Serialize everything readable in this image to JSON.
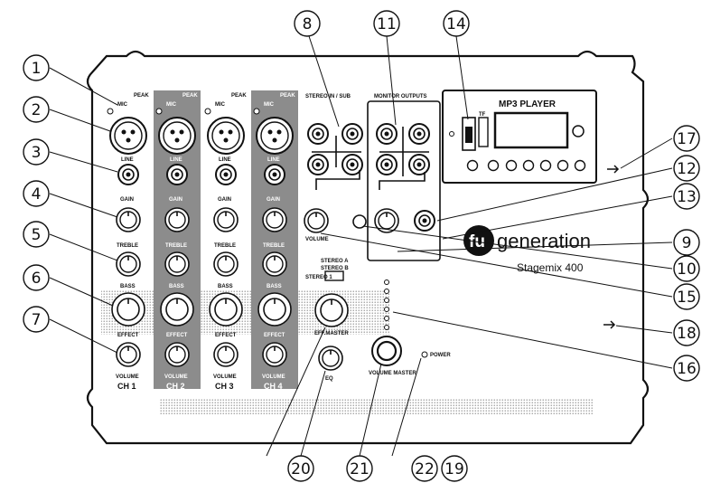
{
  "callouts": [
    "1",
    "2",
    "3",
    "4",
    "5",
    "6",
    "7",
    "8",
    "11",
    "14",
    "17",
    "12",
    "13",
    "9",
    "10",
    "15",
    "18",
    "16",
    "20",
    "21",
    "22",
    "19"
  ],
  "brand": {
    "logo_mark": "fu",
    "logo_word": "generation",
    "model": "Stagemix 400"
  },
  "mp3_player": {
    "title": "MP3 PLAYER",
    "card_label": "TF"
  },
  "sections": {
    "stereo_in": "STEREO IN / SUB",
    "monitor_out": "MONITOR OUTPUTS"
  },
  "channel_labels": {
    "peak": "PEAK",
    "mic": "MIC",
    "line": "LINE",
    "gain": "GAIN",
    "treble": "TREBLE",
    "bass": "BASS",
    "effect": "EFFECT",
    "volume": "VOLUME"
  },
  "channels": [
    "CH 1",
    "CH 2",
    "CH 3",
    "CH 4"
  ],
  "master": {
    "volume": "VOLUME",
    "effect_master": "EFF.MASTER",
    "volume_master": "VOLUME MASTER",
    "power": "POWER",
    "eq": "EQ"
  },
  "switches": {
    "stereo_a": "STEREO A",
    "stereo_b": "STEREO B",
    "mode": "STEREO 1"
  },
  "colors": {
    "strip": "#8c8c8c",
    "ink": "#111111",
    "panel": "#ffffff"
  }
}
